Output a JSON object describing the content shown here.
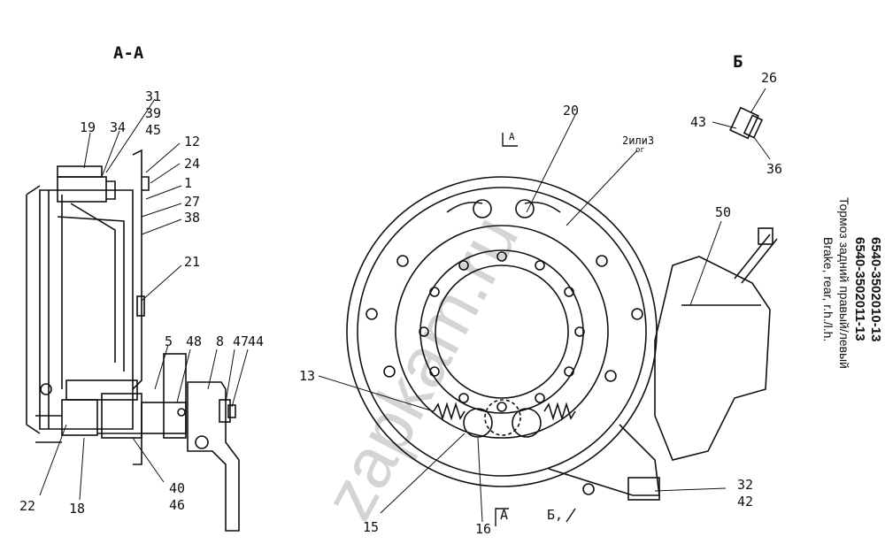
{
  "section_labels": {
    "section_a": "А-А",
    "view_b_top": "Б",
    "arrow_a": "А",
    "arrow_b": "Б,",
    "cut_mark": "А",
    "alt_note": "2или3",
    "alt_note_sub": "ог"
  },
  "title_block": {
    "part_numbers_1": "6540-3502010-13",
    "part_numbers_2": "6540-3502011-13",
    "name_ru": "Тормоз задний правый/левый",
    "name_en": "Brake, rear, r.h./l.h."
  },
  "watermark": "zapkam.ru",
  "callouts": {
    "c31": "31",
    "c39": "39",
    "c45": "45",
    "c19": "19",
    "c34": "34",
    "c12": "12",
    "c24": "24",
    "c1": "1",
    "c27": "27",
    "c38": "38",
    "c21": "21",
    "c5": "5",
    "c48": "48",
    "c8": "8",
    "c47": "47",
    "c44": "44",
    "c22": "22",
    "c18": "18",
    "c40": "40",
    "c46": "46",
    "c20": "20",
    "c26": "26",
    "c43": "43",
    "c36": "36",
    "c50": "50",
    "c13": "13",
    "c15": "15",
    "c16": "16",
    "c32": "32",
    "c42": "42"
  }
}
